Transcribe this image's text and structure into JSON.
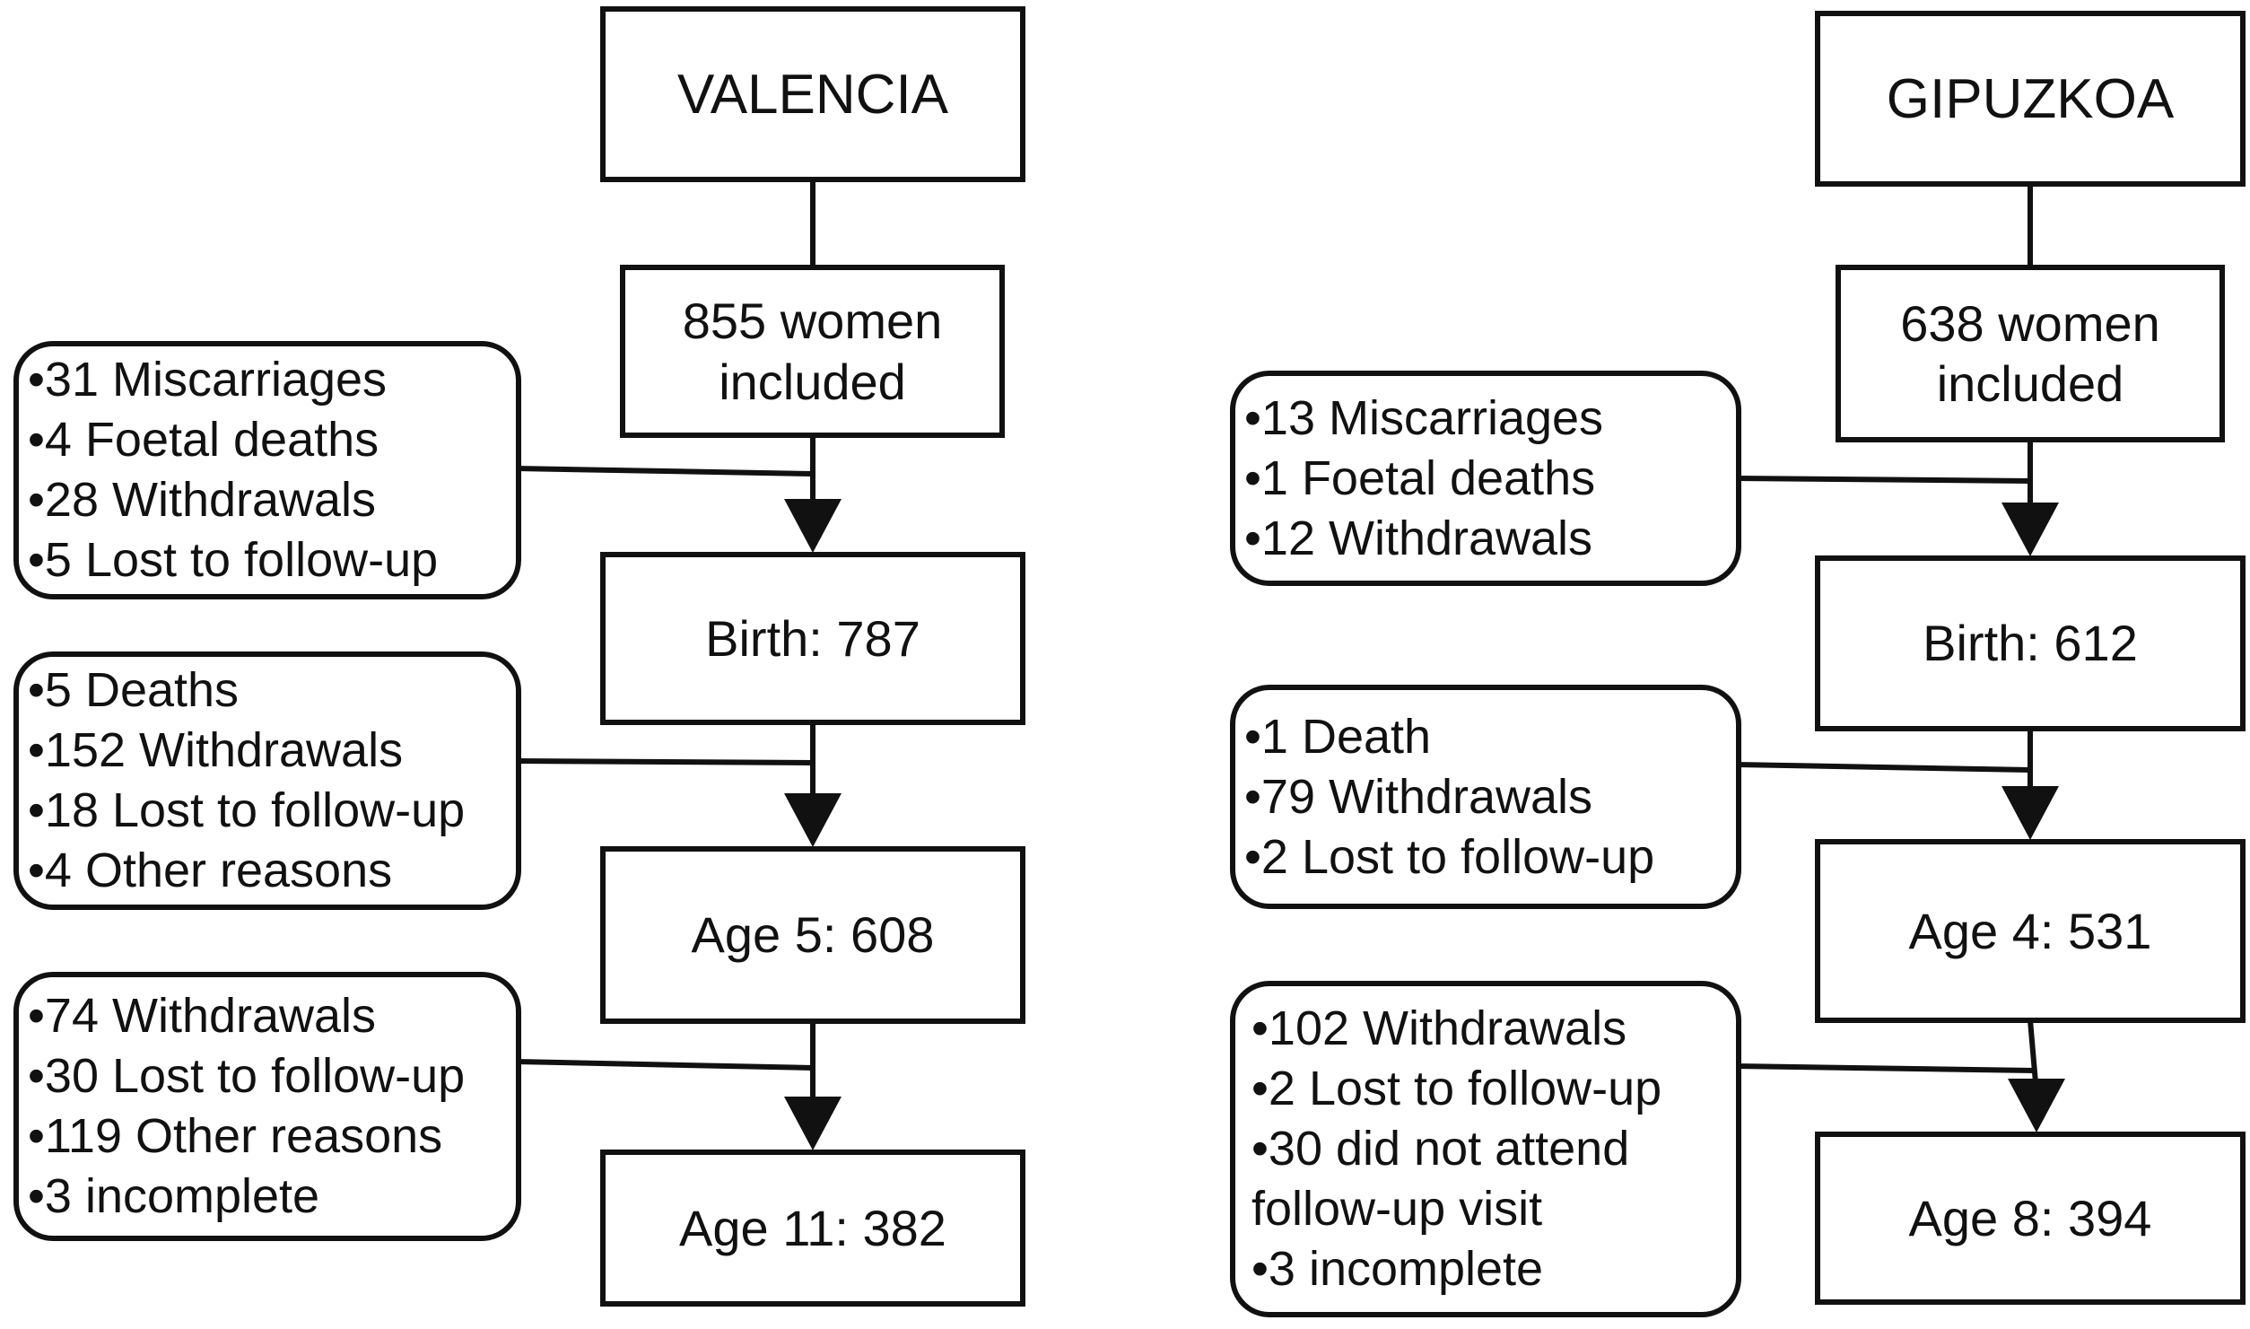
{
  "cohorts": {
    "valencia": {
      "title": "VALENCIA",
      "enrolled": [
        "855 women",
        "included"
      ],
      "birth": "Birth: 787",
      "age_first": "Age 5: 608",
      "age_second": "Age 11: 382",
      "exclusions_before_birth": [
        "•31 Miscarriages",
        "•4 Foetal deaths",
        "•28 Withdrawals",
        "•5 Lost to follow-up"
      ],
      "exclusions_before_age_first": [
        "•5 Deaths",
        "•152 Withdrawals",
        "•18 Lost to follow-up",
        "•4 Other reasons"
      ],
      "exclusions_before_age_second": [
        "•74 Withdrawals",
        "•30 Lost to follow-up",
        "•119 Other reasons",
        "•3 incomplete"
      ]
    },
    "gipuzkoa": {
      "title": "GIPUZKOA",
      "enrolled": [
        "638 women",
        "included"
      ],
      "birth": "Birth: 612",
      "age_first": "Age 4: 531",
      "age_second": "Age 8: 394",
      "exclusions_before_birth": [
        "•13 Miscarriages",
        "•1 Foetal deaths",
        "•12 Withdrawals"
      ],
      "exclusions_before_age_first": [
        "•1 Death",
        "•79 Withdrawals",
        "•2 Lost to follow-up"
      ],
      "exclusions_before_age_second": [
        "•102 Withdrawals",
        "•2 Lost to follow-up",
        "•30 did not attend",
        "follow-up visit",
        "•3 incomplete"
      ]
    }
  }
}
